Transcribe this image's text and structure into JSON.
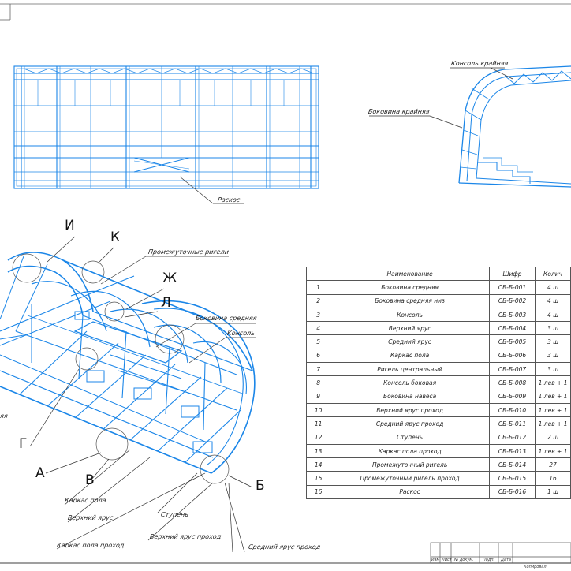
{
  "drawing": {
    "top_view_callout": "Раскос",
    "front_view_labels": {
      "console": "Консоль крайняя",
      "side": "Боковина крайняя"
    },
    "iso_letters": [
      "И",
      "К",
      "Ж",
      "Л",
      "Г",
      "А",
      "В",
      "Б"
    ],
    "iso_callouts": {
      "intermediate_girders": "Промежуточные ригели",
      "side_middle": "Боковина средняя",
      "console": "Консоль",
      "floor_frame": "Каркас пола",
      "upper_tier": "Верхний ярус",
      "step": "Ступень",
      "floor_frame_passage": "Каркас пола проход",
      "upper_tier_passage": "Верхний ярус проход",
      "middle_tier_passage": "Средний ярус проход",
      "cut_left": "яя"
    }
  },
  "spec_table": {
    "headers": [
      "",
      "Наименование",
      "Шифр",
      "Колич"
    ],
    "rows": [
      [
        "1",
        "Боковина средняя",
        "СБ-Б-001",
        "4 ш"
      ],
      [
        "2",
        "Боковина средняя низ",
        "СБ-Б-002",
        "4 ш"
      ],
      [
        "3",
        "Консоль",
        "СБ-Б-003",
        "4 ш"
      ],
      [
        "4",
        "Верхний ярус",
        "СБ-Б-004",
        "3 ш"
      ],
      [
        "5",
        "Средний ярус",
        "СБ-Б-005",
        "3 ш"
      ],
      [
        "6",
        "Каркас пола",
        "СБ-Б-006",
        "3 ш"
      ],
      [
        "7",
        "Ригель центральный",
        "СБ-Б-007",
        "3 ш"
      ],
      [
        "8",
        "Консоль боковая",
        "СБ-Б-008",
        "1 лев + 1"
      ],
      [
        "9",
        "Боковина навеса",
        "СБ-Б-009",
        "1 лев + 1"
      ],
      [
        "10",
        "Верхний ярус проход",
        "СБ-Б-010",
        "1 лев + 1"
      ],
      [
        "11",
        "Средний ярус проход",
        "СБ-Б-011",
        "1 лев + 1"
      ],
      [
        "12",
        "Ступень",
        "СБ-Б-012",
        "2 ш"
      ],
      [
        "13",
        "Каркас пола проход",
        "СБ-Б-013",
        "1 лев + 1"
      ],
      [
        "14",
        "Промежуточный ригель",
        "СБ-Б-014",
        "27"
      ],
      [
        "15",
        "Промежуточный ригель проход",
        "СБ-Б-015",
        "16"
      ],
      [
        "16",
        "Раскос",
        "СБ-Б-016",
        "1 ш"
      ]
    ]
  },
  "title_block": {
    "cells": [
      "Изм",
      "Лист",
      "№ докум.",
      "Подп.",
      "Дата"
    ],
    "copied": "Копировал"
  },
  "colors": {
    "structure": "#1b86e8",
    "lines": "#333333"
  }
}
